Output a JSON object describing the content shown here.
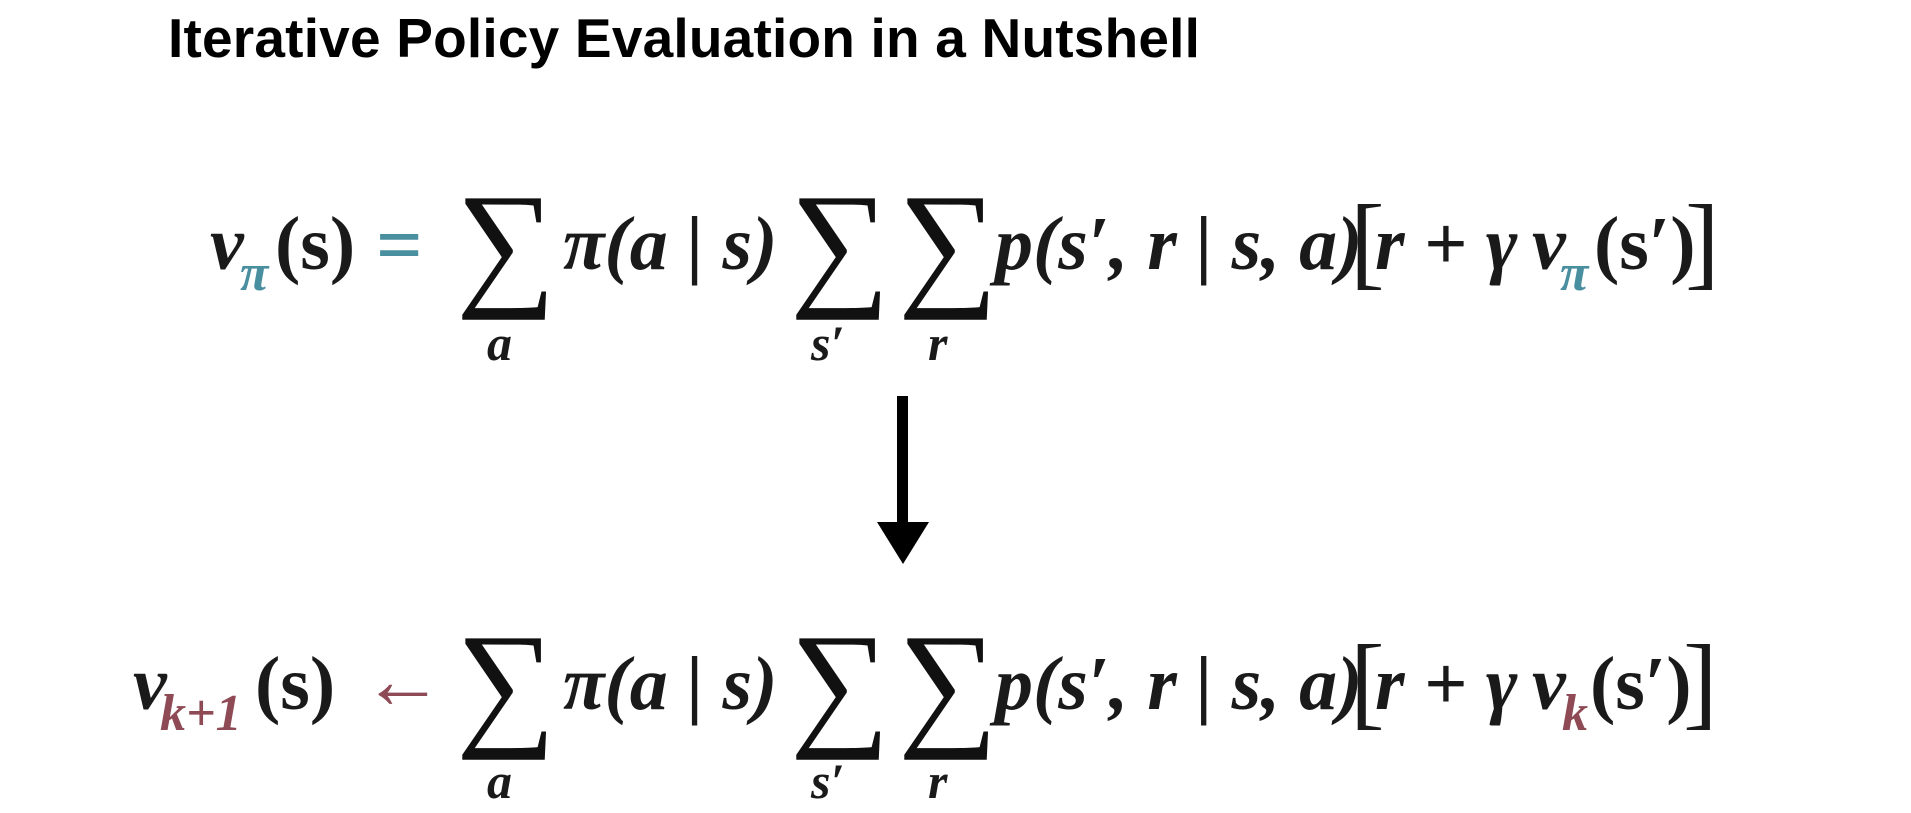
{
  "slide": {
    "title": "Iterative Policy Evaluation in a Nutshell"
  },
  "colors": {
    "teal": "#4a8fa0",
    "maroon": "#8e4a55",
    "text": "#1a1a1a"
  },
  "equation_top": {
    "lhs_v": "v",
    "lhs_sub": "π",
    "lhs_arg": "(s)",
    "relation": "=",
    "sum1_under": "a",
    "policy": "π(a | s)",
    "sum2_under": "s′",
    "sum3_under": "r",
    "dynamics": "p(s′, r | s, a)",
    "bracket_open": "[",
    "reward_term": "r + γ",
    "value_v": "v",
    "value_sub": "π",
    "value_arg": "(s′)",
    "bracket_close": "]"
  },
  "equation_bottom": {
    "lhs_v": "v",
    "lhs_sub": "k+1",
    "lhs_arg": "(s)",
    "relation": "←",
    "sum1_under": "a",
    "policy": "π(a | s)",
    "sum2_under": "s′",
    "sum3_under": "r",
    "dynamics": "p(s′, r | s, a)",
    "bracket_open": "[",
    "reward_term": "r + γ",
    "value_v": "v",
    "value_sub": "k",
    "value_arg": "(s′)",
    "bracket_close": "]"
  },
  "sigma_symbol": "∑"
}
